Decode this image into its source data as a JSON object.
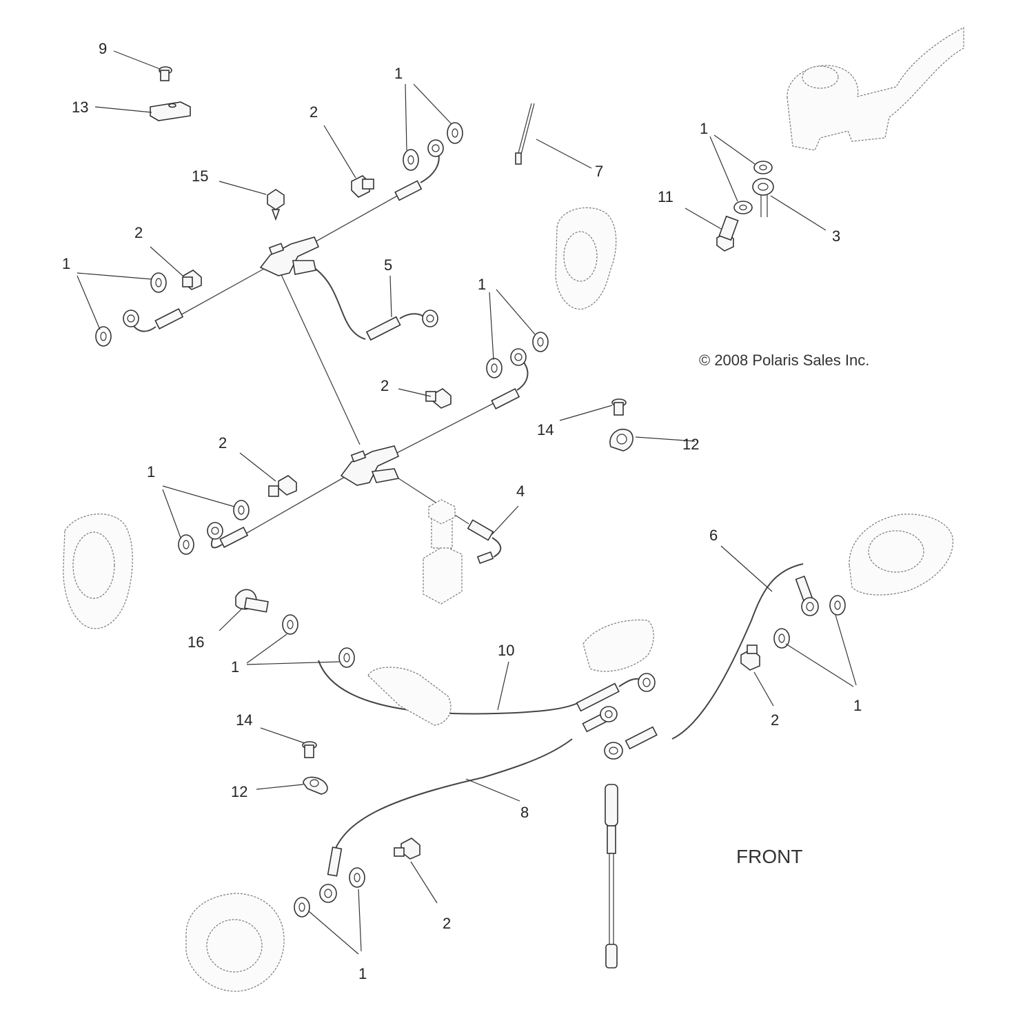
{
  "copyright": "© 2008 Polaris Sales Inc.",
  "orientation_label": "FRONT",
  "callouts": [
    {
      "id": "c9",
      "text": "9"
    },
    {
      "id": "c13",
      "text": "13"
    },
    {
      "id": "c2a",
      "text": "2"
    },
    {
      "id": "c1a",
      "text": "1"
    },
    {
      "id": "c15",
      "text": "15"
    },
    {
      "id": "c7",
      "text": "7"
    },
    {
      "id": "c1b",
      "text": "1"
    },
    {
      "id": "c11",
      "text": "11"
    },
    {
      "id": "c3",
      "text": "3"
    },
    {
      "id": "c2b",
      "text": "2"
    },
    {
      "id": "c1c",
      "text": "1"
    },
    {
      "id": "c5",
      "text": "5"
    },
    {
      "id": "c1d",
      "text": "1"
    },
    {
      "id": "c2c",
      "text": "2"
    },
    {
      "id": "c14a",
      "text": "14"
    },
    {
      "id": "c12a",
      "text": "12"
    },
    {
      "id": "c2d",
      "text": "2"
    },
    {
      "id": "c1e",
      "text": "1"
    },
    {
      "id": "c4",
      "text": "4"
    },
    {
      "id": "c6",
      "text": "6"
    },
    {
      "id": "c16",
      "text": "16"
    },
    {
      "id": "c10",
      "text": "10"
    },
    {
      "id": "c1f",
      "text": "1"
    },
    {
      "id": "c2e",
      "text": "2"
    },
    {
      "id": "c1g",
      "text": "1"
    },
    {
      "id": "c14b",
      "text": "14"
    },
    {
      "id": "c12b",
      "text": "12"
    },
    {
      "id": "c8",
      "text": "8"
    },
    {
      "id": "c2f",
      "text": "2"
    },
    {
      "id": "c1h",
      "text": "1"
    }
  ]
}
